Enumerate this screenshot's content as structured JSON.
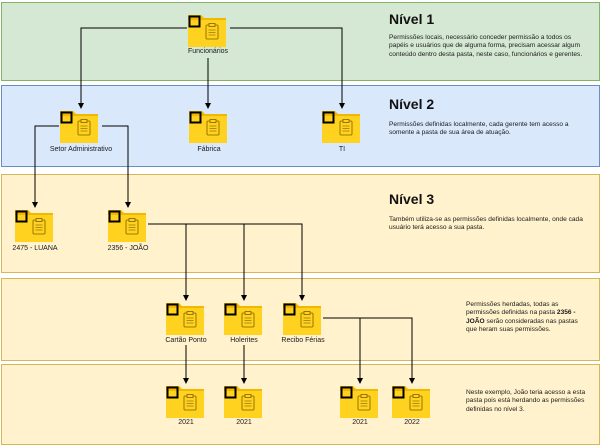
{
  "levels": {
    "n1": {
      "title": "Nível 1",
      "desc": "Permissões locais, necessário conceder permissão a todos os papéis e usuários que de alguma forma, precisam acessar algum conteúdo dentro desta pasta, neste caso, funcionários e gerentes."
    },
    "n2": {
      "title": "Nível 2",
      "desc": "Permissões definidas localmente, cada gerente tem acesso a somente a pasta de sua área de atuação."
    },
    "n3": {
      "title": "Nível 3",
      "desc": "Também utiliza-se as permissões definidas localmente, onde cada usuário terá acesso a sua pasta."
    },
    "n4": {
      "desc_pre": "Permissões herdadas, todas as permissões definidas na pasta ",
      "desc_bold": "2356 - JOÃO",
      "desc_post": " serão consideradas nas pastas que heram suas permissões."
    },
    "n5": {
      "desc": "Neste exemplo, João teria acesso a esta pasta pois está herdando as permissões definidas no nível 3."
    }
  },
  "folders": {
    "funcionarios": "Funcionários",
    "setor_adm": "Setor Administrativo",
    "fabrica": "Fábrica",
    "ti": "TI",
    "luana": "2475 - LUANA",
    "joao": "2356 - JOÃO",
    "cartao_ponto": "Cartão Ponto",
    "holerites": "Holerites",
    "recibo_ferias": "Recibo Férias",
    "y2021_a": "2021",
    "y2021_b": "2021",
    "y2021_c": "2021",
    "y2022": "2022"
  },
  "colors": {
    "folder": "#ffd21f",
    "folder_tab": "#f2b800",
    "level1_fill": "#d5e8d4",
    "level2_fill": "#dae8fc",
    "level3_fill": "#fff2cc"
  }
}
